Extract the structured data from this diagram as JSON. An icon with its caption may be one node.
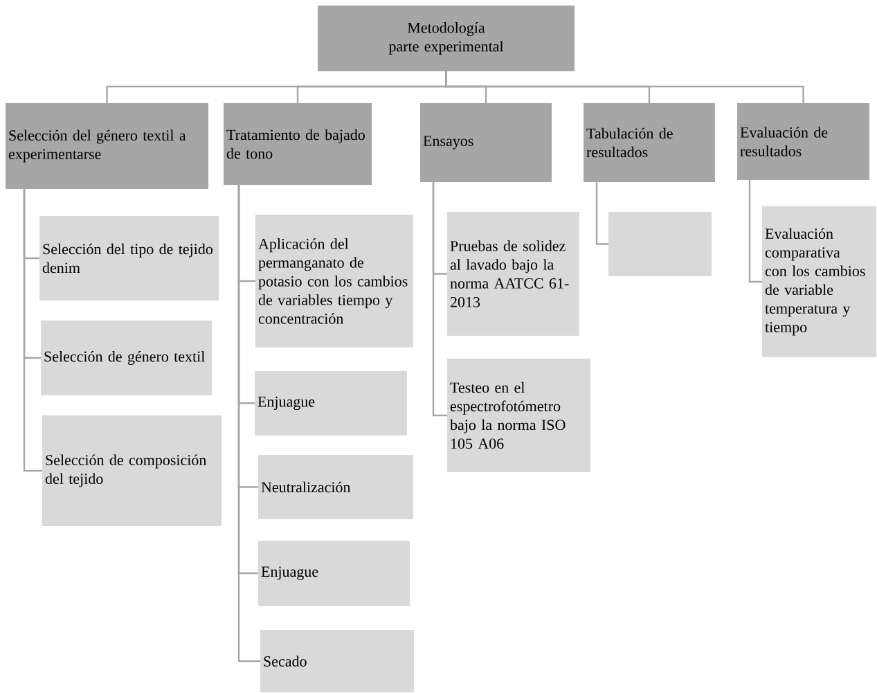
{
  "diagram": {
    "nodes": [
      {
        "text": [
          "Metodología",
          "parte experimental"
        ]
      },
      {
        "text": [
          "Selección del género textil a experimentarse"
        ]
      },
      {
        "text": [
          "Tratamiento de bajado de tono"
        ]
      },
      {
        "text": [
          "Ensayos"
        ]
      },
      {
        "text": [
          "Tabulación de resultados"
        ]
      },
      {
        "text": [
          "Evaluación de resultados"
        ]
      },
      {
        "text": [
          "Selección del tipo de tejido denim"
        ]
      },
      {
        "text": [
          "Selección de género textil"
        ]
      },
      {
        "text": [
          "Selección de composición del tejido"
        ]
      },
      {
        "text": [
          "Aplicación del permanganato de potasio con los cambios de variables tiempo y concentración"
        ]
      },
      {
        "text": [
          "Enjuague"
        ]
      },
      {
        "text": [
          "Neutralización"
        ]
      },
      {
        "text": [
          "Enjuague"
        ]
      },
      {
        "text": [
          "Secado"
        ]
      },
      {
        "text": [
          "Pruebas de solidez al lavado bajo la norma AATCC 61-2013"
        ]
      },
      {
        "text": [
          "Testeo en el espectrofotómetro bajo la norma ISO 105 A06"
        ]
      },
      {
        "text": [],
        "shape": "box"
      },
      {
        "text": [
          "Evaluación comparativa con los cambios de variable temperatura y tiempo"
        ]
      }
    ],
    "edges": [
      {
        "from": 0,
        "to": 1,
        "arrow": "none"
      },
      {
        "from": 0,
        "to": 2,
        "arrow": "none"
      },
      {
        "from": 0,
        "to": 3,
        "arrow": "none"
      },
      {
        "from": 0,
        "to": 4,
        "arrow": "none"
      },
      {
        "from": 0,
        "to": 5,
        "arrow": "none"
      },
      {
        "from": 1,
        "to": 6,
        "arrow": "none"
      },
      {
        "from": 1,
        "to": 7,
        "arrow": "none"
      },
      {
        "from": 1,
        "to": 8,
        "arrow": "none"
      },
      {
        "from": 2,
        "to": 9,
        "arrow": "none"
      },
      {
        "from": 2,
        "to": 10,
        "arrow": "none"
      },
      {
        "from": 2,
        "to": 11,
        "arrow": "none"
      },
      {
        "from": 2,
        "to": 12,
        "arrow": "none"
      },
      {
        "from": 2,
        "to": 13,
        "arrow": "none"
      },
      {
        "from": 3,
        "to": 14,
        "arrow": "none"
      },
      {
        "from": 3,
        "to": 15,
        "arrow": "none"
      },
      {
        "from": 4,
        "to": 16,
        "arrow": "none"
      },
      {
        "from": 5,
        "to": 17,
        "arrow": "none"
      }
    ]
  }
}
